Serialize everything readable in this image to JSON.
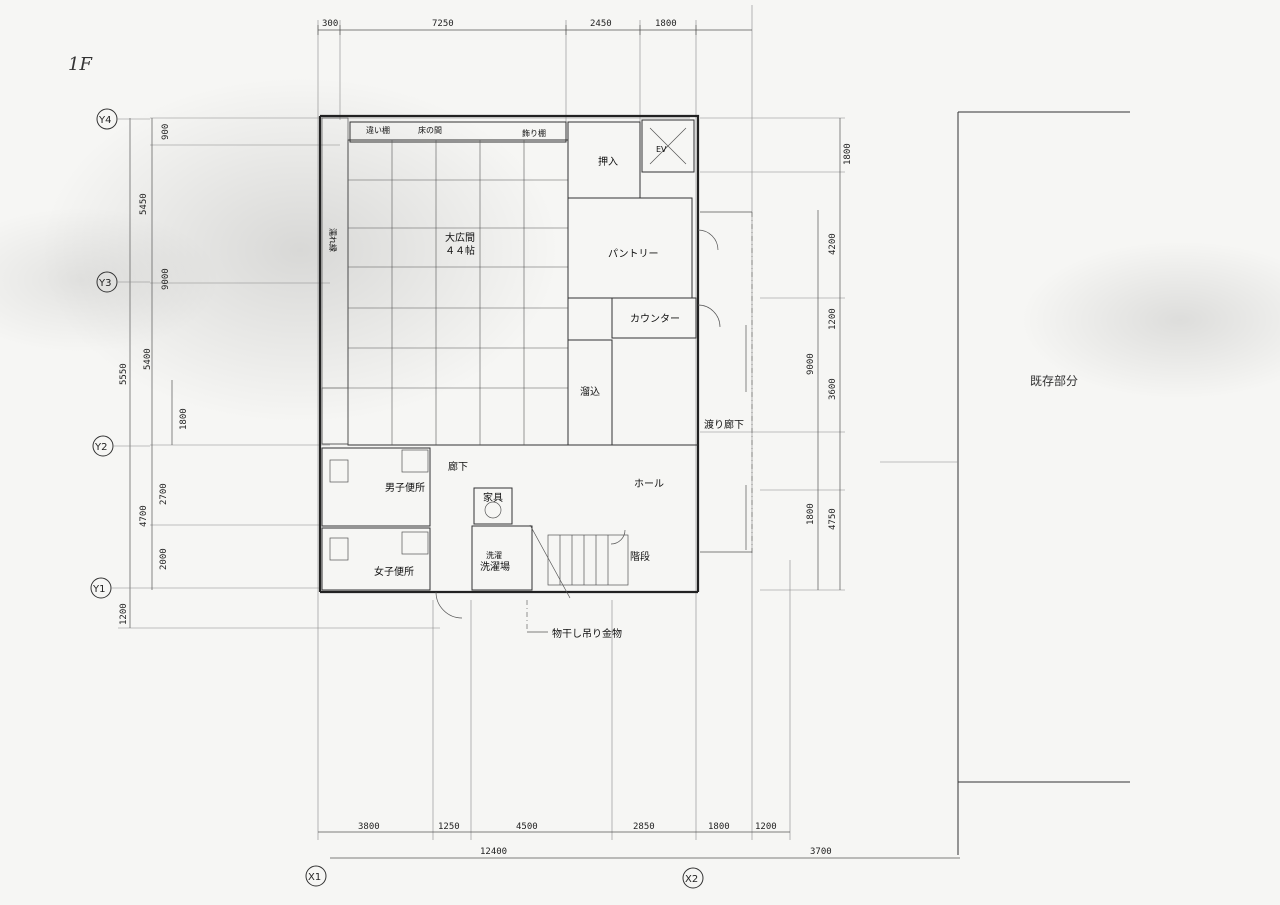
{
  "floor_label": "1F",
  "grid_labels": {
    "y4": "Y4",
    "y3": "Y3",
    "y2": "Y2",
    "y1": "Y1",
    "x1": "X1",
    "x2": "X2"
  },
  "top_dims": [
    "300",
    "7250",
    "2450",
    "1800"
  ],
  "bottom_dims": [
    "3800",
    "1250",
    "4500",
    "2850",
    "1800",
    "1200"
  ],
  "bottom_totals": [
    "12400",
    "3700"
  ],
  "left_dims_outer": [
    "5450",
    "5550",
    "4700",
    "1200"
  ],
  "left_dims_inner": [
    "900",
    "9000",
    "5400",
    "1800",
    "2700",
    "2000"
  ],
  "right_dims_outer": [
    "1800",
    "4200",
    "1200",
    "3600",
    "4750"
  ],
  "right_dims_inner": [
    "9000",
    "1800"
  ],
  "rooms": {
    "chigaidana": "違い棚",
    "tokonoma": "床の間",
    "kazaridana": "飾り棚",
    "oshiire": "押入",
    "ev": "EV",
    "daihiroma_1": "大広間",
    "daihiroma_2": "４４帖",
    "hokoraitai": "濡れ縁",
    "pantry": "パントリー",
    "counter": "カウンター",
    "kakikomi": "溜込",
    "watari": "渡り廊下",
    "hall": "ホール",
    "roka": "廊下",
    "men_toilet": "男子便所",
    "kagu": "家具",
    "women_toilet": "女子便所",
    "sentakuba_1": "洗濯",
    "sentakuba_2": "洗濯場",
    "kaidan": "階段"
  },
  "annotation": "物干し吊り金物",
  "existing_part": "既存部分"
}
